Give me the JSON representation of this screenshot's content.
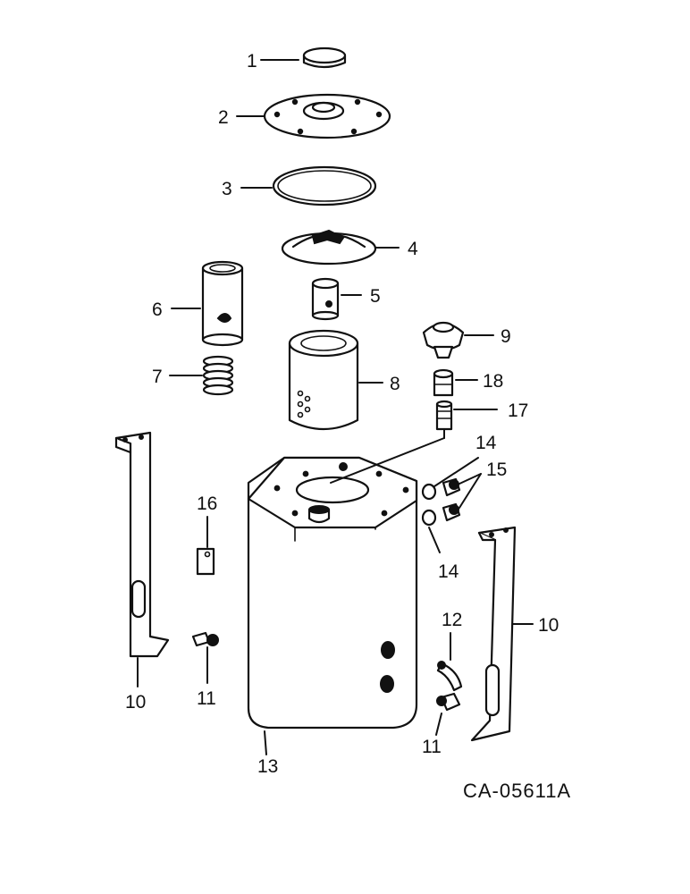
{
  "callouts": {
    "c1": "1",
    "c2": "2",
    "c3": "3",
    "c4": "4",
    "c5": "5",
    "c6": "6",
    "c7": "7",
    "c8": "8",
    "c9": "9",
    "c10a": "10",
    "c10b": "10",
    "c11a": "11",
    "c11b": "11",
    "c12": "12",
    "c13": "13",
    "c14a": "14",
    "c14b": "14",
    "c15": "15",
    "c16": "16",
    "c17": "17",
    "c18": "18"
  },
  "figure_code": "CA-05611A"
}
